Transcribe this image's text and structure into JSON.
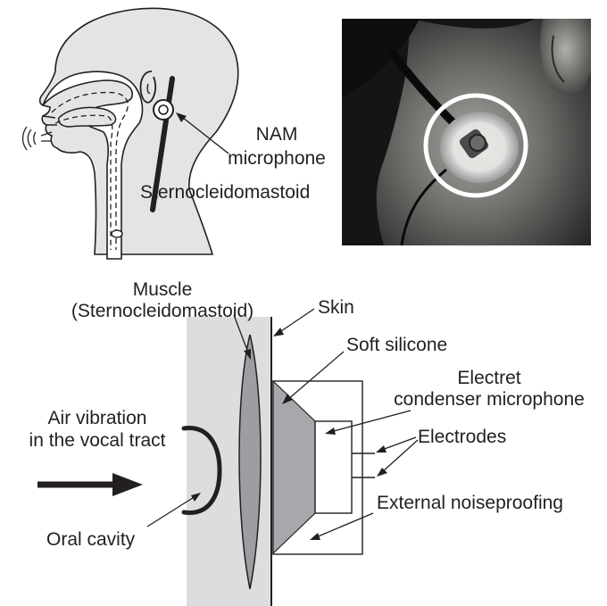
{
  "head_diagram": {
    "nam_label_line1": "NAM",
    "nam_label_line2": "microphone",
    "sternocleidomastoid_label": "Sternocleidomastoid"
  },
  "photo": {
    "description_hidden": ""
  },
  "cross_section": {
    "muscle_label_line1": "Muscle",
    "muscle_label_line2": "(Sternocleidomastoid)",
    "skin_label": "Skin",
    "soft_silicone_label": "Soft silicone",
    "electret_label_line1": "Electret",
    "electret_label_line2": "condenser microphone",
    "electrodes_label": "Electrodes",
    "air_vibration_line1": "Air vibration",
    "air_vibration_line2": "in the vocal tract",
    "external_noiseproofing_label": "External noiseproofing",
    "oral_cavity_label": "Oral cavity"
  }
}
